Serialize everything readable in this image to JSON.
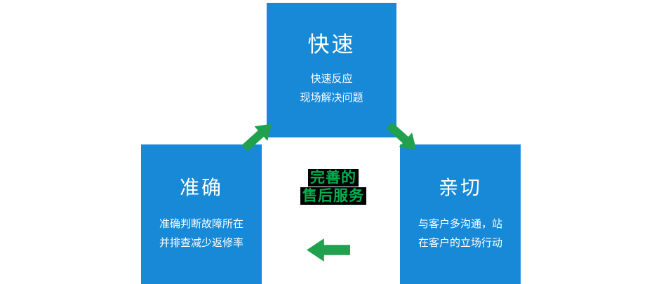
{
  "colors": {
    "page_bg": "#ffffff",
    "box_blue": "#1789d7",
    "box_text": "#ffffff",
    "arrow_green": "#21a04e",
    "center_text_green": "#00b050",
    "center_text_bg": "#000000"
  },
  "boxes": {
    "top": {
      "title": "快速",
      "lines": [
        "快速反应",
        "现场解决问题"
      ]
    },
    "left": {
      "title": "准确",
      "lines": [
        "准确判断故障所在",
        "并排查减少返修率"
      ]
    },
    "right": {
      "title": "亲切",
      "lines": [
        "与客户多沟通，站",
        "在客户的立场行动"
      ]
    }
  },
  "center": {
    "line1": "完善的",
    "line2": "售后服务"
  }
}
